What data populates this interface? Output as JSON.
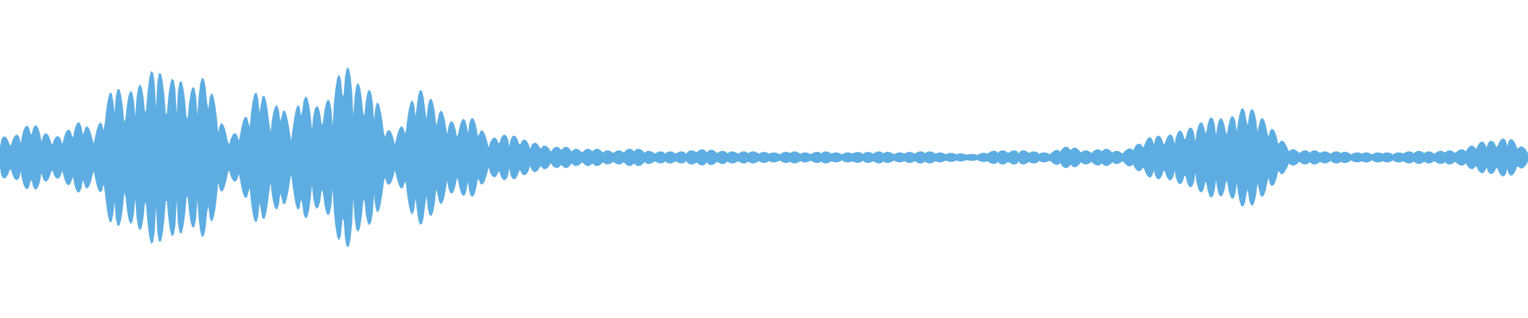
{
  "waveform": {
    "color": "#5dade2",
    "background": "#ffffff",
    "peaks": [
      0.22,
      0.16,
      0.25,
      0.34,
      0.26,
      0.18,
      0.21,
      0.3,
      0.36,
      0.2,
      0.42,
      0.78,
      0.52,
      0.74,
      0.66,
      0.98,
      0.62,
      0.88,
      0.56,
      0.78,
      0.76,
      0.42,
      0.18,
      0.26,
      0.48,
      0.74,
      0.4,
      0.58,
      0.26,
      0.66,
      0.5,
      0.48,
      0.62,
      0.94,
      0.8,
      0.62,
      0.68,
      0.3,
      0.2,
      0.36,
      0.68,
      0.62,
      0.5,
      0.38,
      0.3,
      0.42,
      0.32,
      0.16,
      0.2,
      0.22,
      0.18,
      0.14,
      0.12,
      0.08,
      0.1,
      0.08,
      0.06,
      0.08,
      0.06,
      0.05,
      0.06,
      0.08,
      0.06,
      0.04,
      0.05,
      0.04,
      0.05,
      0.06,
      0.07,
      0.05,
      0.05,
      0.04,
      0.05,
      0.04,
      0.04,
      0.03,
      0.05,
      0.04,
      0.03,
      0.05,
      0.04,
      0.03,
      0.04,
      0.04,
      0.04,
      0.05,
      0.03,
      0.04,
      0.04,
      0.05,
      0.04,
      0.03,
      0.03,
      0.02,
      0.02,
      0.04,
      0.06,
      0.05,
      0.06,
      0.05,
      0.04,
      0.03,
      0.08,
      0.1,
      0.06,
      0.05,
      0.08,
      0.06,
      0.04,
      0.1,
      0.14,
      0.22,
      0.18,
      0.24,
      0.26,
      0.3,
      0.36,
      0.4,
      0.34,
      0.44,
      0.5,
      0.42,
      0.32,
      0.2,
      0.08,
      0.05,
      0.06,
      0.05,
      0.04,
      0.05,
      0.03,
      0.04,
      0.03,
      0.04,
      0.03,
      0.04,
      0.05,
      0.05,
      0.04,
      0.06,
      0.05,
      0.08,
      0.12,
      0.16,
      0.14,
      0.2,
      0.12,
      0.06
    ]
  }
}
